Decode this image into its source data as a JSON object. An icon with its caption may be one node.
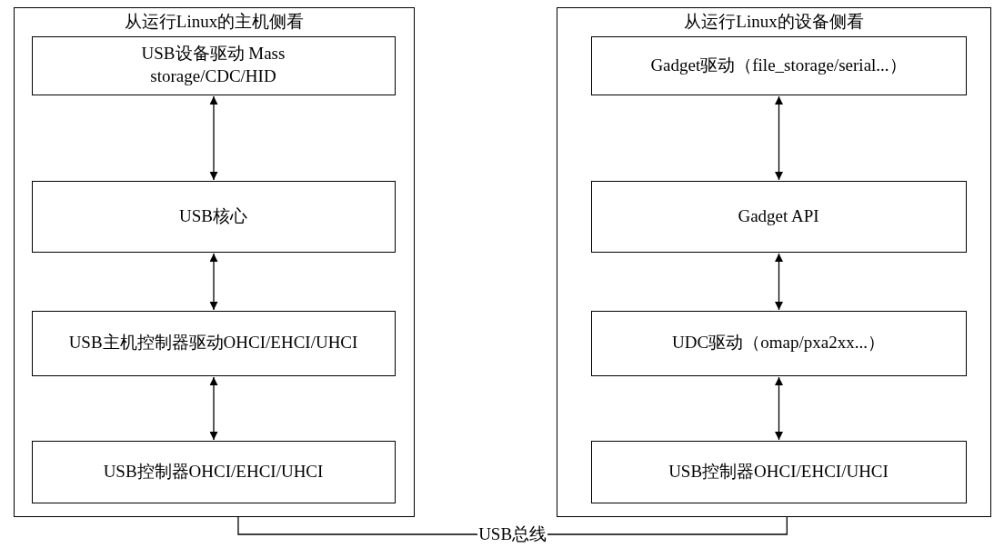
{
  "diagram": {
    "nodes": [
      {
        "text": [
          "从运行Linux的主机侧看"
        ]
      },
      {
        "text": [
          "USB设备驱动 Mass storage/CDC/HID"
        ],
        "in": 0
      },
      {
        "text": [
          "USB核心"
        ],
        "in": 0
      },
      {
        "text": [
          "USB主机控制器驱动OHCI/EHCI/UHCI"
        ],
        "in": 0
      },
      {
        "text": [
          "USB控制器OHCI/EHCI/UHCI"
        ],
        "in": 0
      },
      {
        "text": [
          "从运行Linux的设备侧看"
        ]
      },
      {
        "text": [
          "Gadget驱动（file_storage/serial...）"
        ],
        "in": 5
      },
      {
        "text": [
          "Gadget API"
        ],
        "in": 5
      },
      {
        "text": [
          "UDC驱动（omap/pxa2xx...）"
        ],
        "in": 5
      },
      {
        "text": [
          "USB控制器OHCI/EHCI/UHCI"
        ],
        "in": 5
      }
    ],
    "edges": [
      {
        "from": 1,
        "to": 2,
        "arrow": "both"
      },
      {
        "from": 2,
        "to": 3,
        "arrow": "both"
      },
      {
        "from": 3,
        "to": 4,
        "arrow": "both"
      },
      {
        "from": 6,
        "to": 7,
        "arrow": "both"
      },
      {
        "from": 7,
        "to": 8,
        "arrow": "both"
      },
      {
        "from": 8,
        "to": 9,
        "arrow": "both"
      },
      {
        "from": 0,
        "to": 5,
        "arrow": "none",
        "label": "USB总线"
      }
    ]
  }
}
